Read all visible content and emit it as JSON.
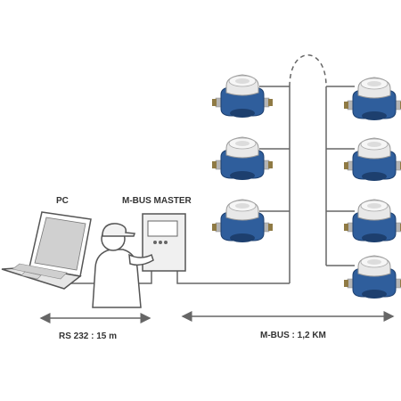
{
  "labels": {
    "pc": "PC",
    "master": "M-BUS MASTER",
    "rs232": "RS 232 : 15 m",
    "mbus": "M-BUS : 1,2 KM"
  },
  "colors": {
    "line": "#666666",
    "meter_blue": "#2f5e9c",
    "meter_dark": "#1d3f6e",
    "meter_cap": "#eeeeee",
    "brass": "#9a8248"
  },
  "meters": {
    "left_count": 3,
    "right_count": 4
  }
}
